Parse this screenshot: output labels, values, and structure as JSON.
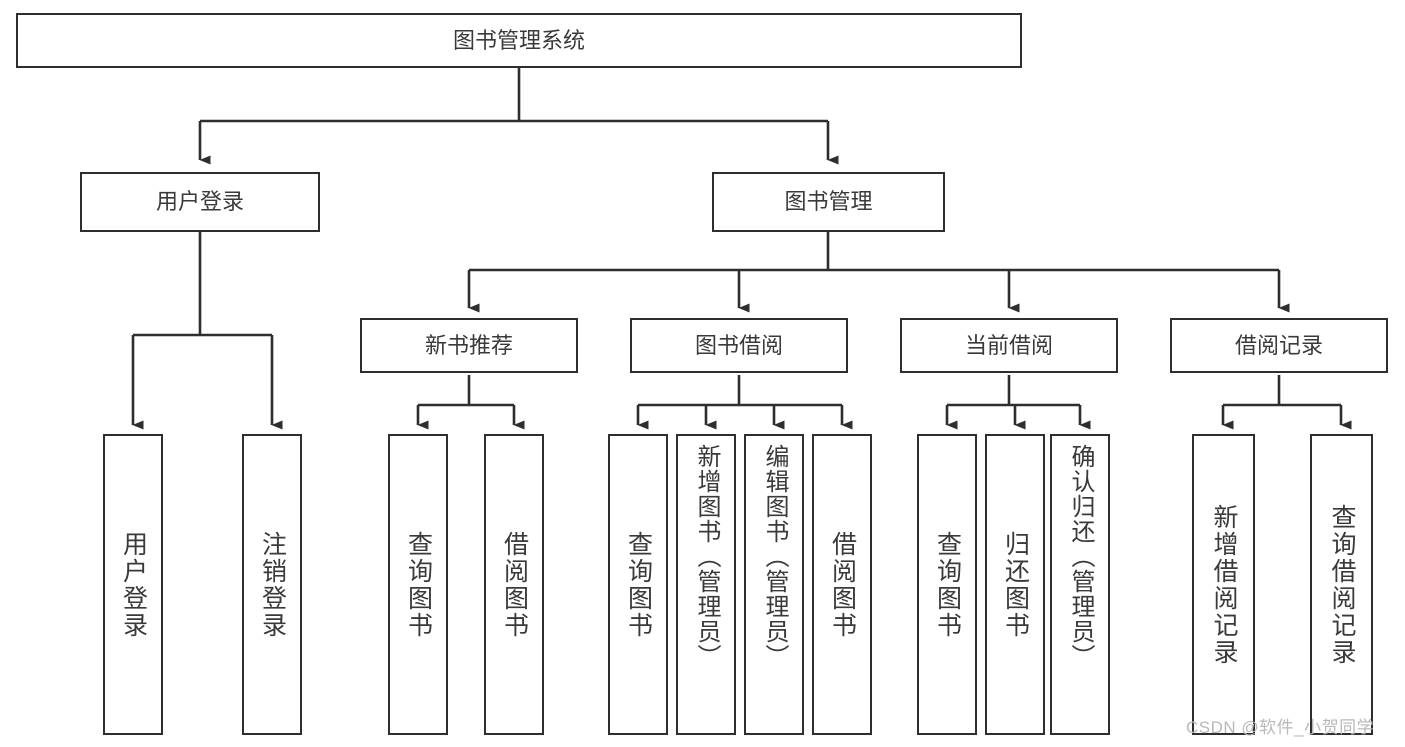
{
  "diagram": {
    "type": "tree-hierarchy",
    "title": "图书管理系统",
    "watermark": "CSDN @软件_小贺同学",
    "colors": {
      "box_border": "#2e2e2e",
      "box_fill": "#ffffff",
      "text": "#3a3a3a",
      "edge": "#2e2e2e",
      "watermark": "#b9b9b9",
      "background": "#ffffff"
    },
    "root": {
      "label": "图书管理系统"
    },
    "level1": [
      {
        "label": "用户登录"
      },
      {
        "label": "图书管理"
      }
    ],
    "level2": [
      {
        "label": "新书推荐"
      },
      {
        "label": "图书借阅"
      },
      {
        "label": "当前借阅"
      },
      {
        "label": "借阅记录"
      }
    ],
    "leaves": {
      "user_login": [
        {
          "label": "用户登录"
        },
        {
          "label": "注销登录"
        }
      ],
      "new_book_recommend": [
        {
          "label": "查询图书"
        },
        {
          "label": "借阅图书"
        }
      ],
      "book_borrow": [
        {
          "label": "查询图书"
        },
        {
          "label": "新增图书（管理员）"
        },
        {
          "label": "编辑图书（管理员）"
        },
        {
          "label": "借阅图书"
        }
      ],
      "current_borrow": [
        {
          "label": "查询图书"
        },
        {
          "label": "归还图书"
        },
        {
          "label": "确认归还（管理员）"
        }
      ],
      "borrow_record": [
        {
          "label": "新增借阅记录"
        },
        {
          "label": "查询借阅记录"
        }
      ]
    }
  }
}
